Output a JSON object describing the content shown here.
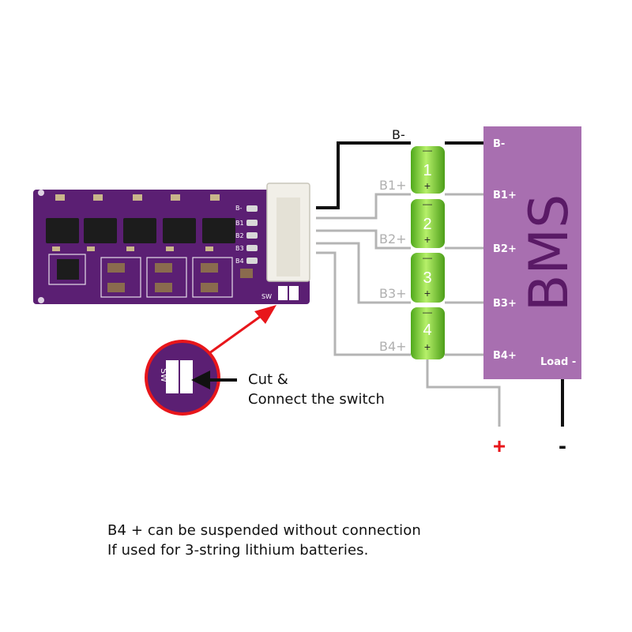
{
  "pcb": {
    "header_labels": [
      "B-",
      "B1",
      "B2",
      "B3",
      "B4"
    ],
    "switch_label": "SW"
  },
  "callout": {
    "switch_label": "SW",
    "text_line1": "Cut &",
    "text_line2": "Connect the switch"
  },
  "bms": {
    "title": "BMS",
    "pins": [
      "B-",
      "B1+",
      "B2+",
      "B3+",
      "B4+"
    ],
    "load_label": "Load -",
    "fill_color": "#a86fb0"
  },
  "wires": {
    "top_label": "B-",
    "left_labels": [
      "B1+",
      "B2+",
      "B3+",
      "B4+"
    ]
  },
  "cells": {
    "numbers": [
      "1",
      "2",
      "3",
      "4"
    ],
    "minus_symbol": "—",
    "plus_symbol": "+",
    "color": "#7fd33a"
  },
  "output": {
    "plus": "+",
    "minus": "-",
    "plus_color": "#e8161b"
  },
  "note": {
    "line1": "B4 + can be suspended without connection",
    "line2": "If used for 3-string lithium batteries."
  }
}
